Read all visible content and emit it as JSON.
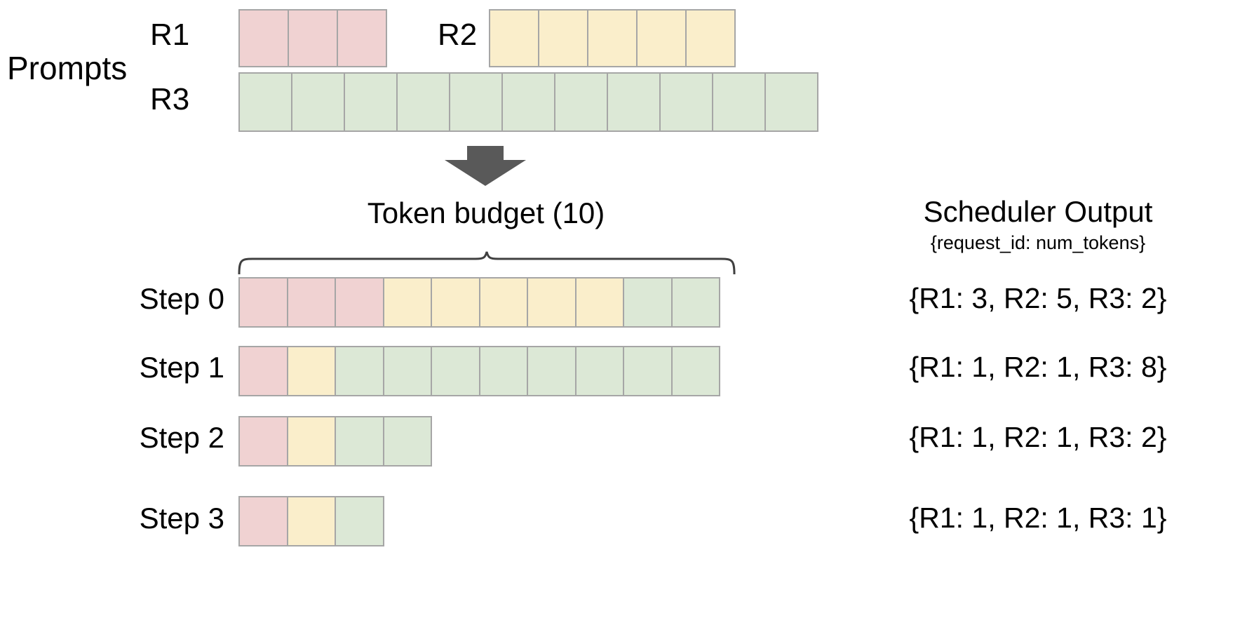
{
  "colors": {
    "r1": "#f0d2d2",
    "r2": "#faeecb",
    "r3": "#dce8d6",
    "cell_border": "#a6a6a6",
    "arrow": "#595959",
    "brace": "#404040",
    "text": "#000000",
    "background": "#ffffff"
  },
  "prompts": {
    "section_label": "Prompts",
    "rows": [
      {
        "id": "R1",
        "label": "R1",
        "tokens": 3,
        "color_key": "r1"
      },
      {
        "id": "R2",
        "label": "R2",
        "tokens": 5,
        "color_key": "r2"
      },
      {
        "id": "R3",
        "label": "R3",
        "tokens": 11,
        "color_key": "r3"
      }
    ]
  },
  "arrow": {
    "icon": "down-arrow-icon",
    "direction": "down"
  },
  "budget": {
    "label": "Token  budget (10)",
    "value": 10,
    "brace_icon": "curly-brace-icon"
  },
  "scheduler": {
    "title": "Scheduler Output",
    "subtitle": "{request_id: num_tokens}"
  },
  "steps": [
    {
      "label": "Step 0",
      "output": "{R1: 3, R2: 5, R3: 2}",
      "segments": [
        {
          "request": "R1",
          "count": 3,
          "color_key": "r1"
        },
        {
          "request": "R2",
          "count": 5,
          "color_key": "r2"
        },
        {
          "request": "R3",
          "count": 2,
          "color_key": "r3"
        }
      ]
    },
    {
      "label": "Step 1",
      "output": "{R1: 1, R2: 1, R3: 8}",
      "segments": [
        {
          "request": "R1",
          "count": 1,
          "color_key": "r1"
        },
        {
          "request": "R2",
          "count": 1,
          "color_key": "r2"
        },
        {
          "request": "R3",
          "count": 8,
          "color_key": "r3"
        }
      ]
    },
    {
      "label": "Step 2",
      "output": "{R1: 1, R2: 1, R3: 2}",
      "segments": [
        {
          "request": "R1",
          "count": 1,
          "color_key": "r1"
        },
        {
          "request": "R2",
          "count": 1,
          "color_key": "r2"
        },
        {
          "request": "R3",
          "count": 2,
          "color_key": "r3"
        }
      ]
    },
    {
      "label": "Step 3",
      "output": "{R1: 1, R2: 1, R3: 1}",
      "segments": [
        {
          "request": "R1",
          "count": 1,
          "color_key": "r1"
        },
        {
          "request": "R2",
          "count": 1,
          "color_key": "r2"
        },
        {
          "request": "R3",
          "count": 1,
          "color_key": "r3"
        }
      ]
    }
  ]
}
